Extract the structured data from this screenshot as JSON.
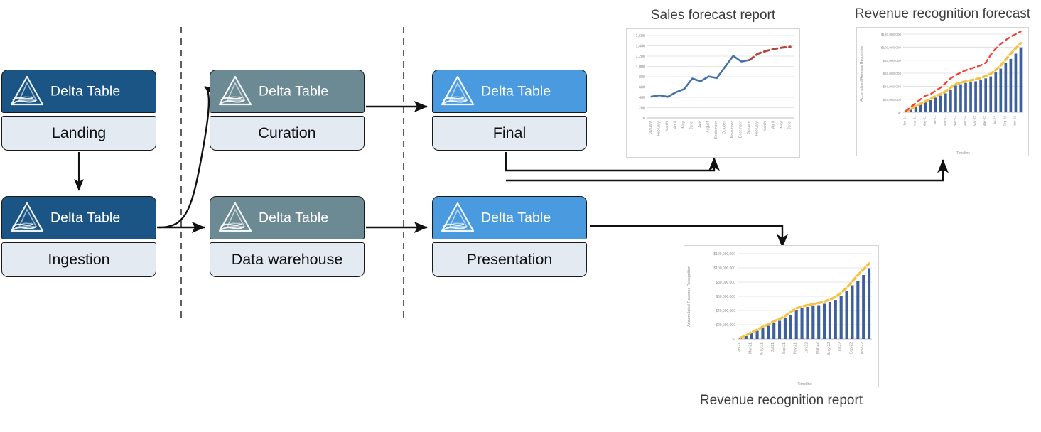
{
  "diagram": {
    "title": "Delta Lake lakehouse pipeline with reporting outputs",
    "node_header_label": "Delta Table",
    "logo_icon": "delta-lake-triangle-icon",
    "colors": {
      "landing_header": "#1b5585",
      "ingestion_header": "#1b5585",
      "curation_header": "#6b8a93",
      "warehouse_header": "#6b8a93",
      "final_header": "#4a9ae0",
      "presentation_header": "#4a9ae0",
      "node_label_bg": "#e4eaf2",
      "node_border": "#1a1a1a",
      "connector": "#111111",
      "divider": "#4d4d4d",
      "series_actual_line": "#4472a8",
      "series_forecast_line": "#b4453c",
      "bar_fill": "#3d5f9e",
      "plan_line": "#f5c242",
      "stretch_line": "#ef4136"
    },
    "nodes": [
      {
        "id": "landing",
        "header": "Delta Table",
        "label": "Landing"
      },
      {
        "id": "ingestion",
        "header": "Delta Table",
        "label": "Ingestion"
      },
      {
        "id": "curation",
        "header": "Delta Table",
        "label": "Curation"
      },
      {
        "id": "warehouse",
        "header": "Delta Table",
        "label": "Data warehouse"
      },
      {
        "id": "final",
        "header": "Delta Table",
        "label": "Final"
      },
      {
        "id": "presentation",
        "header": "Delta Table",
        "label": "Presentation"
      }
    ],
    "dividers": [
      {
        "id": "divider-1",
        "x": 255
      },
      {
        "id": "divider-2",
        "x": 568
      }
    ],
    "connectors": [
      {
        "id": "landing-to-ingestion",
        "from": "landing",
        "to": "ingestion"
      },
      {
        "id": "ingestion-to-curation",
        "from": "ingestion",
        "to": "curation"
      },
      {
        "id": "ingestion-to-warehouse",
        "from": "ingestion",
        "to": "warehouse"
      },
      {
        "id": "curation-to-final",
        "from": "curation",
        "to": "final"
      },
      {
        "id": "warehouse-to-presentation",
        "from": "warehouse",
        "to": "presentation"
      },
      {
        "id": "final-to-sales-forecast",
        "from": "final",
        "to": "sales-forecast-report"
      },
      {
        "id": "final-to-revenue-forecast",
        "from": "final",
        "to": "revenue-recognition-forecast"
      },
      {
        "id": "presentation-to-revenue-report",
        "from": "presentation",
        "to": "revenue-recognition-report"
      }
    ]
  },
  "chart_data": [
    {
      "id": "sales-forecast-report",
      "type": "line",
      "title": "Sales forecast report",
      "title_position": "top",
      "xlabel": "",
      "ylabel": "",
      "ylim": [
        0,
        1600
      ],
      "yticks": [
        0,
        200,
        400,
        600,
        800,
        1000,
        1200,
        1400,
        1600
      ],
      "ytick_labels": [
        "0",
        "200",
        "400",
        "600",
        "800",
        "1,000",
        "1,200",
        "1,400",
        "1,600"
      ],
      "grid": true,
      "legend": "none",
      "categories": [
        "January",
        "February",
        "March",
        "April",
        "May",
        "June",
        "July",
        "August",
        "September",
        "October",
        "November",
        "December",
        "January",
        "February",
        "March",
        "April",
        "May",
        "June"
      ],
      "series": [
        {
          "name": "Actual",
          "style": "solid",
          "color": "#4472a8",
          "values": [
            415,
            440,
            410,
            500,
            560,
            765,
            710,
            805,
            775,
            990,
            1205,
            1095,
            1125,
            null,
            null,
            null,
            null,
            null
          ]
        },
        {
          "name": "Forecast",
          "style": "dashed",
          "color": "#b4453c",
          "values": [
            null,
            null,
            null,
            null,
            null,
            null,
            null,
            null,
            null,
            null,
            null,
            null,
            1125,
            1245,
            1300,
            1340,
            1365,
            1380
          ]
        }
      ]
    },
    {
      "id": "revenue-recognition-forecast",
      "type": "bar",
      "title": "Revenue recognition forecast",
      "title_position": "top",
      "xlabel": "Timeline",
      "ylabel": "Accumulated Revenue Recognition",
      "ylim": [
        0,
        120000000
      ],
      "yticks": [
        0,
        20000000,
        40000000,
        60000000,
        80000000,
        100000000,
        120000000
      ],
      "ytick_labels": [
        "$-",
        "$20,000,000",
        "$40,000,000",
        "$60,000,000",
        "$80,000,000",
        "$100,000,000",
        "$120,000,000"
      ],
      "grid": true,
      "legend": "none",
      "categories": [
        "Jan-21",
        "Feb-21",
        "Mar-21",
        "Apr-21",
        "May-21",
        "Jun-21",
        "Jul-21",
        "Aug-21",
        "Sep-21",
        "Oct-21",
        "Nov-21",
        "Dec-21",
        "Jan-22",
        "Feb-22",
        "Mar-22",
        "Apr-22",
        "May-22",
        "Jun-22",
        "Jul-22",
        "Aug-22",
        "Sep-22",
        "Oct-22",
        "Nov-22",
        "Dec-22"
      ],
      "xtick_labels": [
        "Jan-21",
        "Mar-21",
        "May-21",
        "Jul-21",
        "Sep-21",
        "Nov-21",
        "Jan-22",
        "Mar-22",
        "May-22",
        "Jul-22",
        "Sep-22",
        "Nov-22"
      ],
      "values": [
        1000000,
        4000000,
        8000000,
        11500000,
        15000000,
        18500000,
        22500000,
        25500000,
        29000000,
        34000000,
        41000000,
        43000000,
        45000000,
        46500000,
        47500000,
        49500000,
        52000000,
        55000000,
        61000000,
        67000000,
        75500000,
        82000000,
        90000000,
        99500000
      ],
      "overlays": [
        {
          "name": "Plan",
          "style": "dashed",
          "color": "#f5c242",
          "values": [
            1500000,
            5000000,
            9500000,
            13000000,
            17000000,
            20500000,
            25000000,
            28000000,
            32000000,
            38000000,
            43000000,
            45500000,
            47500000,
            49000000,
            50500000,
            52500000,
            55500000,
            59000000,
            65000000,
            72000000,
            81000000,
            90000000,
            98000000,
            106000000
          ]
        },
        {
          "name": "Stretch",
          "style": "dashed",
          "color": "#ef4136",
          "values": [
            1500000,
            8000000,
            14000000,
            20000000,
            25500000,
            28000000,
            33000000,
            38000000,
            45000000,
            52000000,
            57000000,
            61000000,
            64500000,
            67000000,
            69500000,
            72000000,
            76000000,
            88000000,
            98000000,
            105000000,
            111000000,
            116000000,
            120000000,
            124000000
          ]
        }
      ]
    },
    {
      "id": "revenue-recognition-report",
      "type": "bar",
      "title": "Revenue recognition report",
      "title_position": "bottom",
      "xlabel": "Timeline",
      "ylabel": "Accumulated Revenue Recognition",
      "ylim": [
        0,
        120000000
      ],
      "yticks": [
        0,
        20000000,
        40000000,
        60000000,
        80000000,
        100000000,
        120000000
      ],
      "ytick_labels": [
        "$-",
        "$20,000,000",
        "$40,000,000",
        "$60,000,000",
        "$80,000,000",
        "$100,000,000",
        "$120,000,000"
      ],
      "grid": true,
      "legend": "none",
      "categories": [
        "Jan-21",
        "Feb-21",
        "Mar-21",
        "Apr-21",
        "May-21",
        "Jun-21",
        "Jul-21",
        "Aug-21",
        "Sep-21",
        "Oct-21",
        "Nov-21",
        "Dec-21",
        "Jan-22",
        "Feb-22",
        "Mar-22",
        "Apr-22",
        "May-22",
        "Jun-22",
        "Jul-22",
        "Aug-22",
        "Sep-22",
        "Oct-22",
        "Nov-22",
        "Dec-22"
      ],
      "xtick_labels": [
        "Jan-21",
        "Mar-21",
        "May-21",
        "Jul-21",
        "Sep-21",
        "Nov-21",
        "Jan-22",
        "Mar-22",
        "May-22",
        "Jul-22",
        "Sep-22",
        "Nov-22"
      ],
      "values": [
        1000000,
        4000000,
        8000000,
        11500000,
        15000000,
        18500000,
        22500000,
        25500000,
        29000000,
        34000000,
        41000000,
        43000000,
        45000000,
        46500000,
        47500000,
        49500000,
        52000000,
        55000000,
        61000000,
        67000000,
        75500000,
        82000000,
        90000000,
        99500000
      ],
      "overlays": [
        {
          "name": "Plan",
          "style": "dashed",
          "color": "#f5c242",
          "values": [
            1500000,
            5000000,
            9500000,
            13000000,
            17000000,
            20500000,
            25000000,
            28000000,
            32000000,
            38000000,
            43000000,
            45500000,
            47500000,
            49000000,
            50500000,
            52500000,
            55500000,
            59000000,
            65000000,
            72000000,
            81000000,
            90000000,
            98000000,
            106000000
          ]
        }
      ]
    }
  ]
}
